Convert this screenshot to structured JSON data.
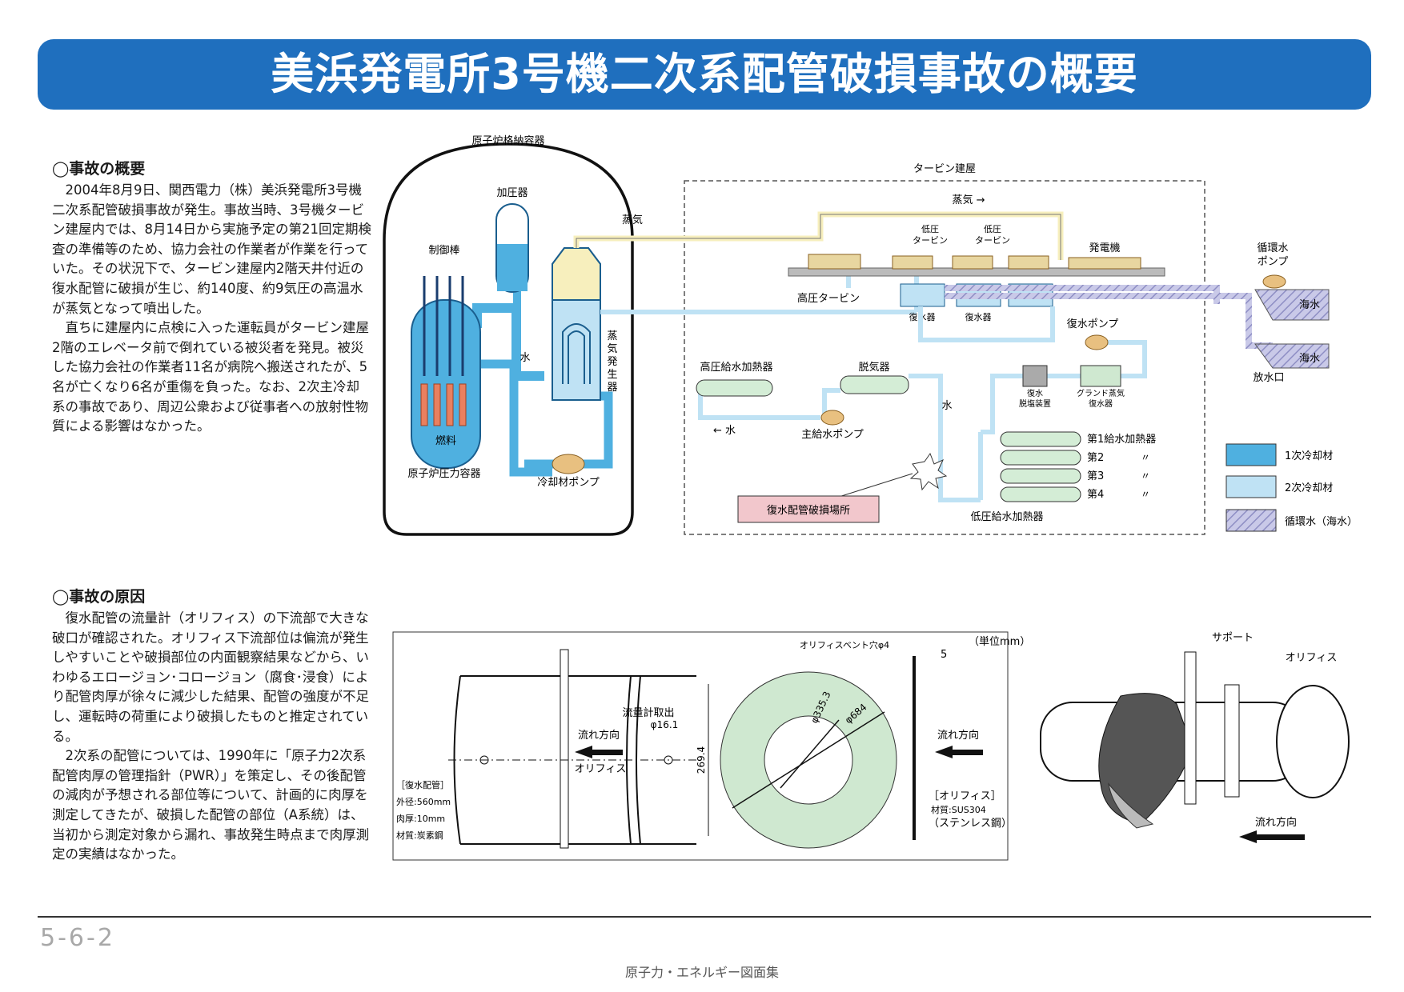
{
  "title": "美浜発電所3号機二次系配管破損事故の概要",
  "section1": {
    "heading": "◯事故の概要",
    "paragraphs": [
      "2004年8月9日、関西電力（株）美浜発電所3号機二次系配管破損事故が発生。事故当時、3号機タービン建屋内では、8月14日から実施予定の第21回定期検査の準備等のため、協力会社の作業者が作業を行っていた。その状況下で、タービン建屋内2階天井付近の復水配管に破損が生じ、約140度、約9気圧の高温水が蒸気となって噴出した。",
      "直ちに建屋内に点検に入った運転員がタービン建屋2階のエレベータ前で倒れている被災者を発見。被災した協力会社の作業者11名が病院へ搬送されたが、5名が亡くなり6名が重傷を負った。なお、2次主冷却系の事故であり、周辺公衆および従事者への放射性物質による影響はなかった。"
    ]
  },
  "section2": {
    "heading": "◯事故の原因",
    "paragraphs": [
      "復水配管の流量計（オリフィス）の下流部で大きな破口が確認された。オリフィス下流部位は偏流が発生しやすいことや破損部位の内面観察結果などから、いわゆるエロージョン･コロージョン（腐食･浸食）により配管肉厚が徐々に減少した結果、配管の強度が不足し、運転時の荷重により破損したものと推定されている。",
      "2次系の配管については、1990年に「原子力2次系配管肉厚の管理指針（PWR）」を策定し、その後配管の減肉が予想される部位等について、計画的に肉厚を測定してきたが、破損した配管の部位（A系統）は、当初から測定対象から漏れ、事故発生時点まで肉厚測定の実績はなかった。"
    ]
  },
  "plant": {
    "containment": "原子炉格納容器",
    "turbine_building": "タービン建屋",
    "pressurizer": "加圧器",
    "control_rod": "制御棒",
    "fuel": "燃料",
    "reactor_vessel": "原子炉圧力容器",
    "coolant_pump": "冷却材ポンプ",
    "steam_generator": [
      "蒸",
      "気",
      "発",
      "生",
      "器"
    ],
    "water": "水",
    "steam": "蒸気",
    "steam_arrow": "蒸気 →",
    "lp_turbine": [
      "低圧",
      "タービン"
    ],
    "hp_turbine": "高圧タービン",
    "generator": "発電機",
    "circ_pump": [
      "循環水",
      "ポンプ"
    ],
    "seawater": "海水",
    "discharge": "放水口",
    "condenser": "復水器",
    "condensate_pump": "復水ポンプ",
    "hp_heater": "高圧給水加熱器",
    "deaerator": "脱気器",
    "demineralizer": [
      "復水",
      "脱塩装置"
    ],
    "gland_condenser": [
      "グランド蒸気",
      "復水器"
    ],
    "main_feed_pump": "主給水ポンプ",
    "water_arrow": "← 水",
    "lp_heaters": [
      "第1給水加熱器",
      "第2",
      "第3",
      "第4"
    ],
    "ditto": "〃",
    "lp_heater": "低圧給水加熱器",
    "break_location": "復水配管破損場所"
  },
  "legend": [
    {
      "label": "1次冷却材",
      "color": "#4fb0e0"
    },
    {
      "label": "2次冷却材",
      "color": "#bfe2f4"
    },
    {
      "label": "循環水（海水）",
      "color": "#b9b9dd"
    }
  ],
  "orifice": {
    "unit": "（単位mm）",
    "vent_hole": "オリフィスベント穴φ4",
    "thickness": "5",
    "flow_tap": [
      "流量計取出",
      "φ16.1"
    ],
    "flow_dir": "流れ方向",
    "orifice_label": "オリフィス",
    "dim_2694": "269.4",
    "dim_3353": "φ335.3",
    "dim_684": "φ684",
    "pipe_spec": [
      "［復水配管］",
      "外径:560mm",
      "肉厚:10mm",
      "材質:炭素鋼"
    ],
    "orifice_spec": [
      "［オリフィス］",
      "材質:SUS304",
      "（ステンレス鋼）"
    ]
  },
  "photo_sketch": {
    "support": "サポート",
    "orifice": "オリフィス",
    "flow_dir": "流れ方向"
  },
  "footer": {
    "page": "5-6-2",
    "caption": "原子力・エネルギー図面集"
  }
}
